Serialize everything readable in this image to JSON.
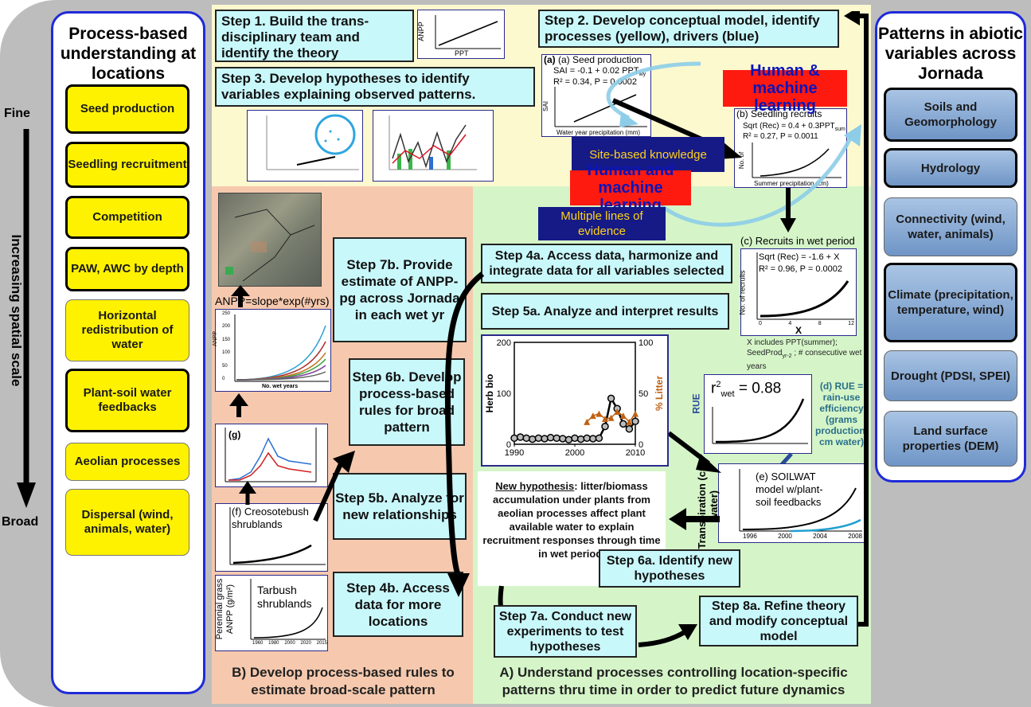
{
  "left": {
    "title": "Process-based understanding at locations",
    "items": [
      {
        "label": "Seed production",
        "style": "thick"
      },
      {
        "label": "Seedling recruitment",
        "style": "thick"
      },
      {
        "label": "Competition",
        "style": "thick"
      },
      {
        "label": "PAW, AWC by depth",
        "style": "thick"
      },
      {
        "label": "Horizontal redistribution of water",
        "style": "thin"
      },
      {
        "label": "Plant-soil water feedbacks",
        "style": "thick"
      },
      {
        "label": "Aeolian processes",
        "style": "thin"
      },
      {
        "label": "Dispersal (wind, animals, water)",
        "style": "thin"
      }
    ]
  },
  "scale": {
    "fine": "Fine",
    "broad": "Broad",
    "axis": "Increasing spatial scale"
  },
  "right": {
    "title": "Patterns in abiotic variables across Jornada",
    "items": [
      {
        "label": "Soils and Geomorphology",
        "style": "thick"
      },
      {
        "label": "Hydrology",
        "style": "thick"
      },
      {
        "label": "Connectivity (wind, water, animals)",
        "style": "thin"
      },
      {
        "label": "Climate (precipitation, temperature, wind)",
        "style": "thick"
      },
      {
        "label": "Drought (PDSI, SPEI)",
        "style": "thin"
      },
      {
        "label": "Land surface properties (DEM)",
        "style": "thin"
      }
    ]
  },
  "steps": {
    "s1": "Step 1. Build the trans-disciplinary team and identify the theory",
    "s2": "Step 2. Develop conceptual model, identify processes (yellow), drivers (blue)",
    "s3": "Step 3. Develop hypotheses to identify variables explaining observed patterns.",
    "s4a": "Step 4a. Access data, harmonize and integrate data for all variables selected",
    "s5a": "Step 5a. Analyze and interpret results",
    "s6a": "Step 6a. Identify new hypotheses",
    "s7a": "Step 7a. Conduct new experiments to test hypotheses",
    "s8a": "Step 8a. Refine theory and modify conceptual model",
    "s7b": "Step 7b. Provide estimate of ANPP-pg across Jornada in each wet yr",
    "s6b": "Step 6b. Develop process-based rules for broad pattern",
    "s5b": "Step 5b. Analyze for new relationships",
    "s4b": "Step 4b. Access data for more locations"
  },
  "labels": {
    "human_machine_1": "Human & machine learning",
    "human_machine_2": "Human and machine learning",
    "site_knowledge": "Site-based knowledge",
    "multiple_lines": "Multiple lines of evidence",
    "anpp_formula": "ANPP=slope*exp(#yrs)",
    "new_hypothesis_title": "New hypothesis",
    "new_hypothesis_text": ": litter/biomass accumulation under plants from aeolian processes affect plant available water to explain recruitment responses through time in wet period.",
    "region_b": "B) Develop process-based rules to estimate broad-scale pattern",
    "region_a": "A) Understand processes controlling location-specific patterns thru time in order to predict future dynamics"
  },
  "mini_plots": {
    "step1": {
      "xlabel": "PPT",
      "ylabel": "ANPP"
    },
    "a": {
      "title": "(a) Seed production",
      "eq": "SAI = -0.1 + 0.02 PPT",
      "eq_sub": "wy",
      "stats": "R² = 0.34, P = 0.0002",
      "ylabel": "SAI",
      "xlabel": "Water year precipitation (mm)"
    },
    "b": {
      "title": "(b) Seedling recruits",
      "eq": "Sqrt (Rec) = 0.4 + 0.3PPT",
      "eq_sub": "sum",
      "stats": "R² = 0.27, P = 0.0011",
      "ylabel": "No. of",
      "xlabel": "Summer precipitation (cm)"
    },
    "c": {
      "title": "(c) Recruits in wet period",
      "eq": "Sqrt (Rec) = -1.6 + X",
      "stats": "R² = 0.96, P = 0.0002",
      "ylabel": "No. of recruits",
      "xlabel": "X",
      "ticks": [
        "0",
        "4",
        "8",
        "12"
      ],
      "note": "X includes PPT(summer); SeedProd",
      "note_sub": "yr-2",
      "note_tail": " ; # consecutive wet years"
    },
    "d": {
      "title": "(d) RUE = rain-use efficiency (grams production/ cm water)",
      "r2": "r",
      "r2_sup": "2",
      "r2_sub": "wet",
      "r2_val": " = 0.88",
      "ylabel": "RUE"
    },
    "e": {
      "title": "(e) SOILWAT model w/plant-soil feedbacks",
      "ylabel": "Transpiration (cm water)",
      "ticks": [
        "1996",
        "2000",
        "2004",
        "2008"
      ]
    },
    "f": {
      "title": "(f) Creosotebush shrublands"
    },
    "tar": {
      "title": "Tarbush shrublands",
      "ylabel": "Perennial grass ANPP (g/m²)",
      "ticks": [
        "1960",
        "1980",
        "2000",
        "2020",
        "2015"
      ]
    },
    "g": {
      "title": "(g)"
    },
    "anpp": {
      "ylabel": "ANPP",
      "xlabel": "No. wet years",
      "ticks": [
        "250",
        "200",
        "150",
        "100",
        "50",
        "0"
      ]
    },
    "main": {
      "ylabel_left": "Herb bio",
      "ylabel_right": "% Litter",
      "x_ticks": [
        "1990",
        "2000",
        "2010"
      ],
      "yl_ticks": [
        "200",
        "100",
        "0"
      ],
      "yr_ticks": [
        "100",
        "50",
        "0"
      ]
    }
  },
  "chart_data": {
    "type": "line",
    "x": [
      1990,
      1991,
      1992,
      1993,
      1994,
      1995,
      1996,
      1997,
      1998,
      1999,
      2000,
      2001,
      2002,
      2003,
      2004,
      2005,
      2006,
      2007,
      2008,
      2009,
      2010
    ],
    "series": [
      {
        "name": "Herb bio",
        "axis": "left",
        "values": [
          12,
          14,
          12,
          10,
          12,
          11,
          13,
          12,
          11,
          9,
          12,
          10,
          12,
          11,
          12,
          35,
          90,
          70,
          40,
          30,
          45
        ]
      },
      {
        "name": "% Litter",
        "axis": "right",
        "values": [
          null,
          null,
          null,
          null,
          null,
          null,
          null,
          null,
          null,
          null,
          null,
          null,
          22,
          28,
          30,
          25,
          26,
          32,
          28,
          22,
          30
        ]
      }
    ],
    "ylabel": "Herb bio",
    "y2label": "% Litter",
    "ylim": [
      0,
      200
    ],
    "y2lim": [
      0,
      100
    ],
    "xlim": [
      1990,
      2010
    ],
    "colors": {
      "herb": "#000000",
      "litter": "#c06010"
    }
  },
  "colors": {
    "blue_border": "#1f2bd8",
    "yellow": "#fff200",
    "navy": "#151a86",
    "red": "#ff1a10",
    "cyan": "#c9f8fb",
    "green": "#d5f5c8",
    "orange": "#f6c9ae",
    "cream": "#fdf9cf"
  }
}
